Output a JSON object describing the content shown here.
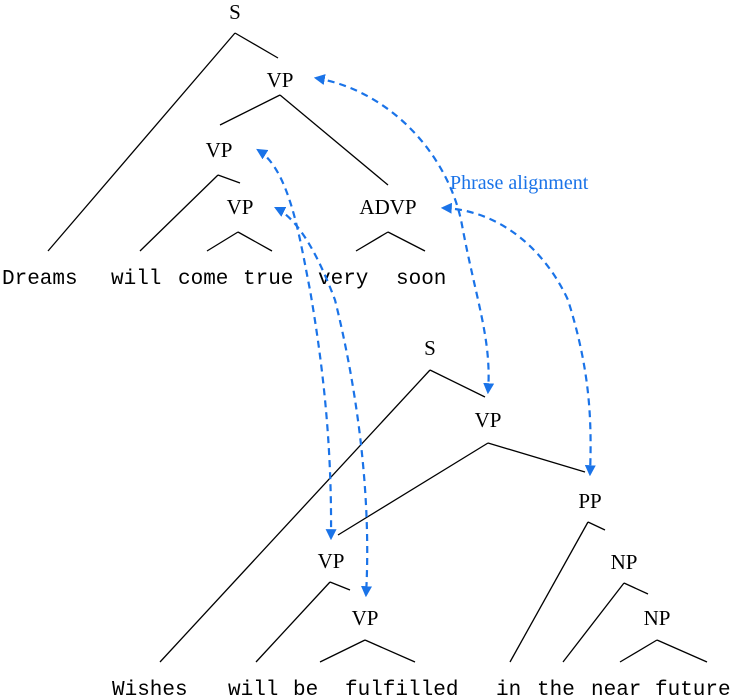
{
  "diagram": {
    "legend": "Phrase alignment",
    "top_tree": {
      "nodes": [
        "S",
        "VP",
        "VP",
        "VP",
        "ADVP"
      ],
      "words": [
        "Dreams",
        "will",
        "come",
        "true",
        "very",
        "soon"
      ]
    },
    "bottom_tree": {
      "nodes": [
        "S",
        "VP",
        "VP",
        "VP",
        "PP",
        "NP",
        "NP"
      ],
      "words": [
        "Wishes",
        "will",
        "be",
        "fulfilled",
        "in",
        "the",
        "near",
        "future"
      ]
    },
    "colors": {
      "tree": "#000000",
      "alignment": "#1a73e8"
    }
  }
}
